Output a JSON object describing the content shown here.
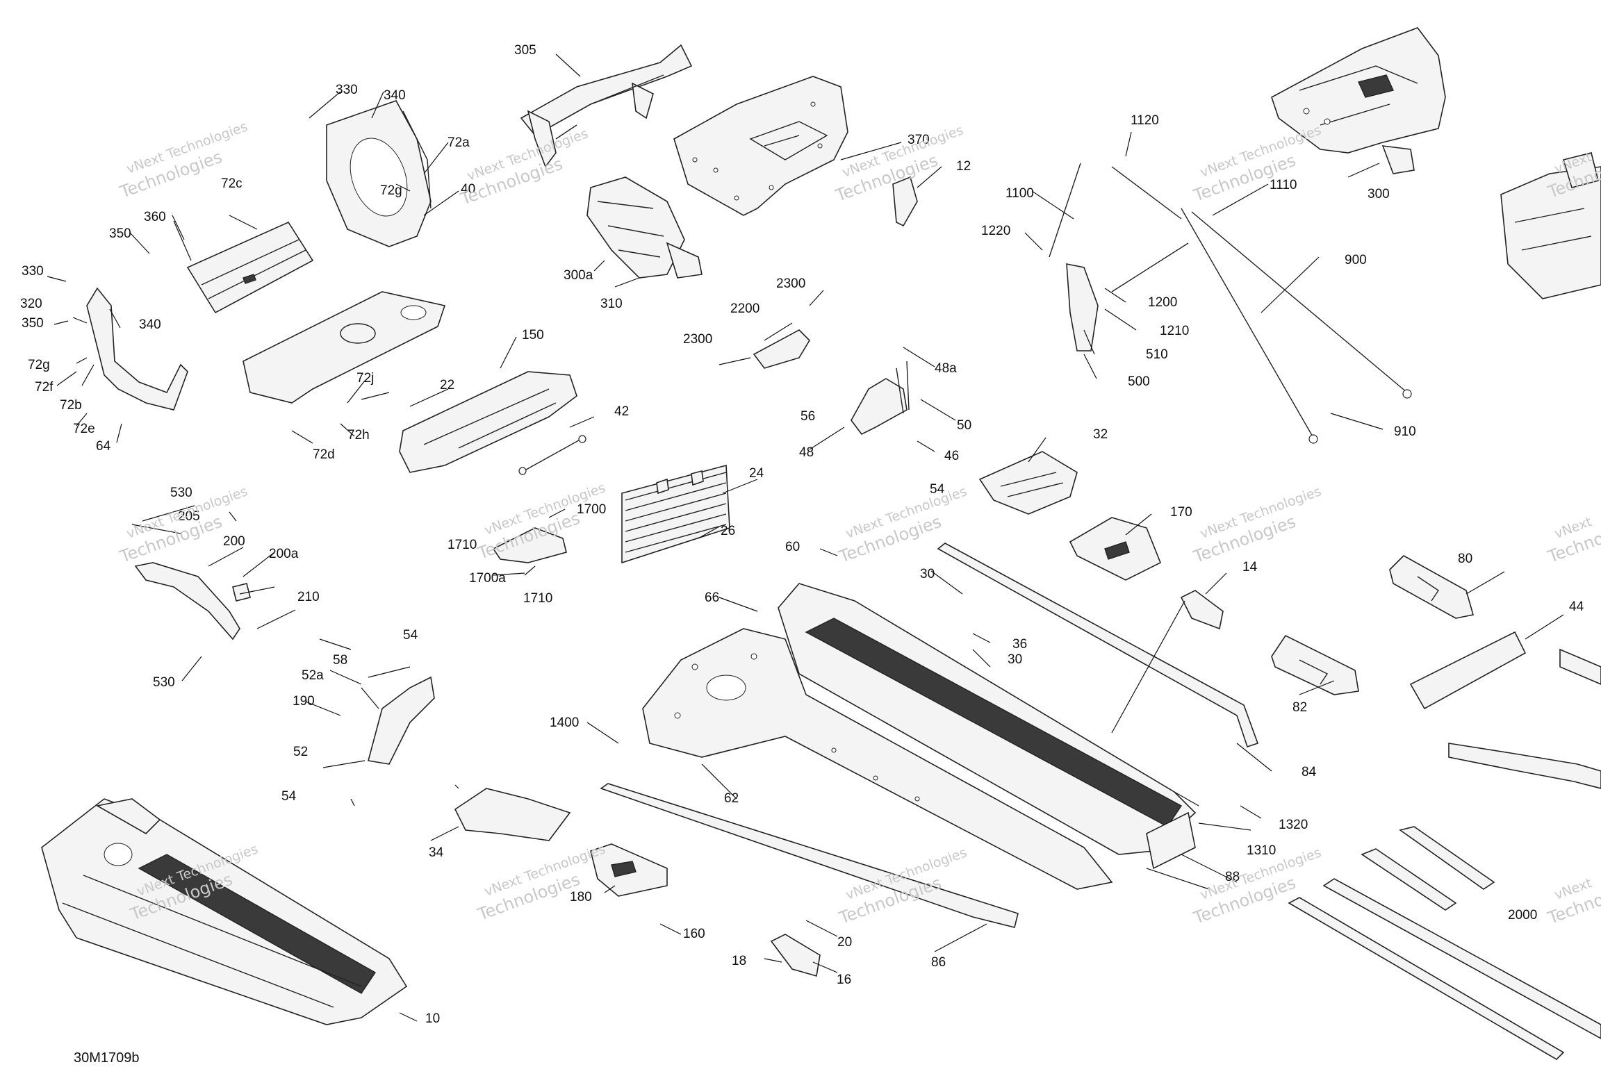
{
  "drawing_code": "30M1709b",
  "watermark": {
    "line1": "vNext Technologies",
    "line2": "Technologies",
    "line3": "vNext"
  },
  "callouts": [
    {
      "id": "10",
      "text": "10"
    },
    {
      "id": "12",
      "text": "12"
    },
    {
      "id": "14",
      "text": "14"
    },
    {
      "id": "16",
      "text": "16"
    },
    {
      "id": "18",
      "text": "18"
    },
    {
      "id": "20",
      "text": "20"
    },
    {
      "id": "22",
      "text": "22"
    },
    {
      "id": "24",
      "text": "24"
    },
    {
      "id": "26",
      "text": "26"
    },
    {
      "id": "30a",
      "text": "30"
    },
    {
      "id": "30b",
      "text": "30"
    },
    {
      "id": "32",
      "text": "32"
    },
    {
      "id": "34",
      "text": "34"
    },
    {
      "id": "36",
      "text": "36"
    },
    {
      "id": "40",
      "text": "40"
    },
    {
      "id": "42",
      "text": "42"
    },
    {
      "id": "44",
      "text": "44"
    },
    {
      "id": "46",
      "text": "46"
    },
    {
      "id": "48",
      "text": "48"
    },
    {
      "id": "48a",
      "text": "48a"
    },
    {
      "id": "50",
      "text": "50"
    },
    {
      "id": "52",
      "text": "52"
    },
    {
      "id": "52a",
      "text": "52a"
    },
    {
      "id": "54a",
      "text": "54"
    },
    {
      "id": "54b",
      "text": "54"
    },
    {
      "id": "54c",
      "text": "54"
    },
    {
      "id": "56",
      "text": "56"
    },
    {
      "id": "58",
      "text": "58"
    },
    {
      "id": "60",
      "text": "60"
    },
    {
      "id": "62",
      "text": "62"
    },
    {
      "id": "64",
      "text": "64"
    },
    {
      "id": "66",
      "text": "66"
    },
    {
      "id": "72a",
      "text": "72a"
    },
    {
      "id": "72b",
      "text": "72b"
    },
    {
      "id": "72c",
      "text": "72c"
    },
    {
      "id": "72d",
      "text": "72d"
    },
    {
      "id": "72e",
      "text": "72e"
    },
    {
      "id": "72f",
      "text": "72f"
    },
    {
      "id": "72g1",
      "text": "72g"
    },
    {
      "id": "72g2",
      "text": "72g"
    },
    {
      "id": "72h",
      "text": "72h"
    },
    {
      "id": "72j",
      "text": "72j"
    },
    {
      "id": "80",
      "text": "80"
    },
    {
      "id": "82",
      "text": "82"
    },
    {
      "id": "84",
      "text": "84"
    },
    {
      "id": "86",
      "text": "86"
    },
    {
      "id": "88",
      "text": "88"
    },
    {
      "id": "150",
      "text": "150"
    },
    {
      "id": "160",
      "text": "160"
    },
    {
      "id": "170",
      "text": "170"
    },
    {
      "id": "180",
      "text": "180"
    },
    {
      "id": "190",
      "text": "190"
    },
    {
      "id": "200",
      "text": "200"
    },
    {
      "id": "200a",
      "text": "200a"
    },
    {
      "id": "205",
      "text": "205"
    },
    {
      "id": "210",
      "text": "210"
    },
    {
      "id": "300",
      "text": "300"
    },
    {
      "id": "300a",
      "text": "300a"
    },
    {
      "id": "305",
      "text": "305"
    },
    {
      "id": "310",
      "text": "310"
    },
    {
      "id": "320",
      "text": "320"
    },
    {
      "id": "330a",
      "text": "330"
    },
    {
      "id": "330b",
      "text": "330"
    },
    {
      "id": "340a",
      "text": "340"
    },
    {
      "id": "340b",
      "text": "340"
    },
    {
      "id": "350a",
      "text": "350"
    },
    {
      "id": "350b",
      "text": "350"
    },
    {
      "id": "360",
      "text": "360"
    },
    {
      "id": "370",
      "text": "370"
    },
    {
      "id": "500",
      "text": "500"
    },
    {
      "id": "510",
      "text": "510"
    },
    {
      "id": "530a",
      "text": "530"
    },
    {
      "id": "530b",
      "text": "530"
    },
    {
      "id": "900",
      "text": "900"
    },
    {
      "id": "910",
      "text": "910"
    },
    {
      "id": "1100",
      "text": "1100"
    },
    {
      "id": "1110",
      "text": "1110"
    },
    {
      "id": "1120",
      "text": "1120"
    },
    {
      "id": "1200",
      "text": "1200"
    },
    {
      "id": "1210",
      "text": "1210"
    },
    {
      "id": "1220",
      "text": "1220"
    },
    {
      "id": "1310",
      "text": "1310"
    },
    {
      "id": "1320",
      "text": "1320"
    },
    {
      "id": "1400",
      "text": "1400"
    },
    {
      "id": "1700",
      "text": "1700"
    },
    {
      "id": "1700a",
      "text": "1700a"
    },
    {
      "id": "1710a",
      "text": "1710"
    },
    {
      "id": "1710b",
      "text": "1710"
    },
    {
      "id": "2000",
      "text": "2000"
    },
    {
      "id": "2200",
      "text": "2200"
    },
    {
      "id": "2300a",
      "text": "2300"
    },
    {
      "id": "2300b",
      "text": "2300"
    }
  ]
}
